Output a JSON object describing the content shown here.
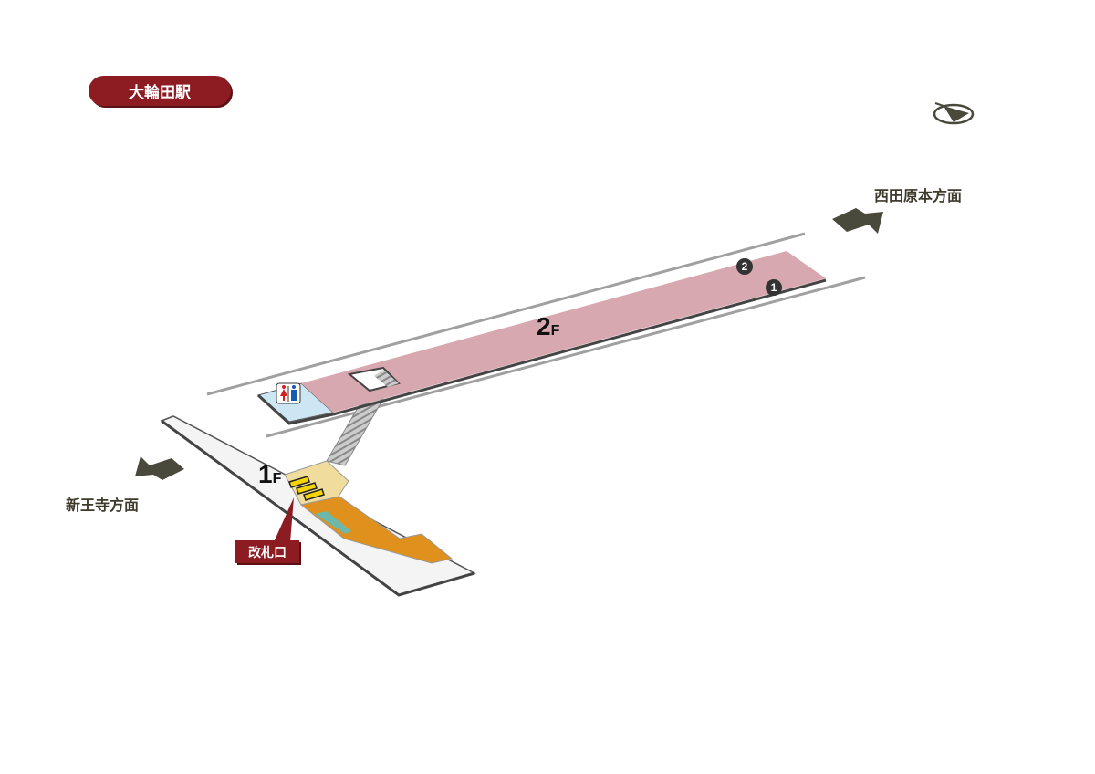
{
  "station_name": "大輪田駅",
  "directions": {
    "east": "西田原本方面",
    "west": "新王寺方面"
  },
  "floors": {
    "f2": {
      "num": "2",
      "unit": "F"
    },
    "f1": {
      "num": "1",
      "unit": "F"
    }
  },
  "ticket_gate_label": "改札口",
  "exits": [
    "1",
    "2"
  ],
  "colors": {
    "brand": "#8c1c22",
    "platform": "#d8a8b0",
    "concourse": "#f0dc9c",
    "path": "#e0901c",
    "toilet_area": "#cde6f4"
  }
}
